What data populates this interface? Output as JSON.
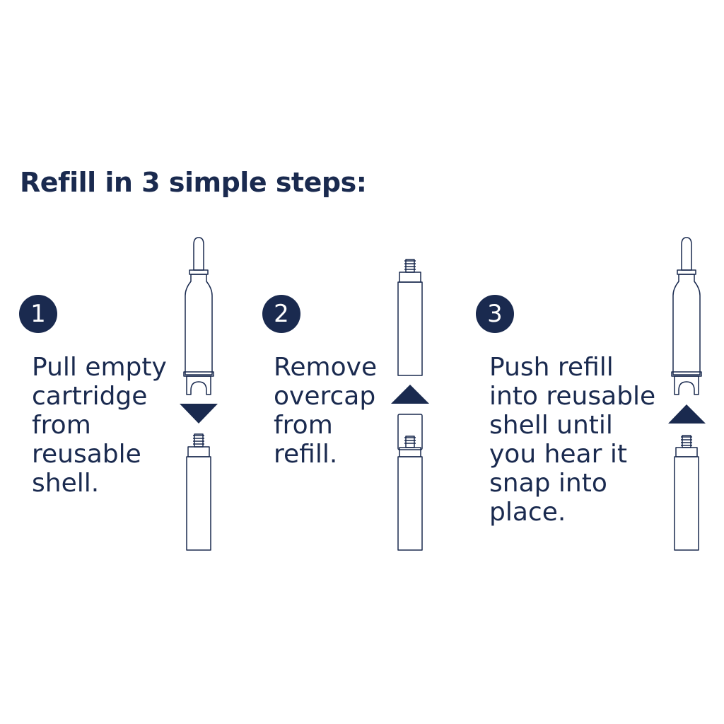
{
  "title": "Refill in 3 simple steps:",
  "colors": {
    "primary": "#1a2a4f",
    "background": "#ffffff"
  },
  "steps": [
    {
      "number": "1",
      "lines": [
        "Pull empty",
        "cartridge",
        "from",
        "reusable",
        "shell."
      ],
      "arrow": "down"
    },
    {
      "number": "2",
      "lines": [
        "Remove",
        "overcap",
        "from",
        "refill."
      ],
      "arrow": "up"
    },
    {
      "number": "3",
      "lines": [
        "Push refill",
        "into reusable",
        "shell until",
        "you hear it",
        "snap into",
        "place."
      ],
      "arrow": "up"
    }
  ]
}
